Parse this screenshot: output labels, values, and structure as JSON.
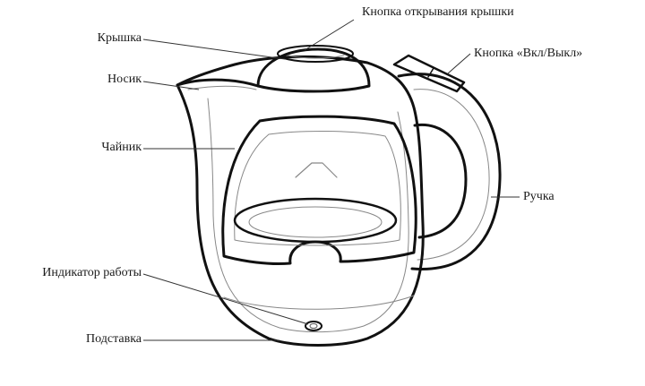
{
  "diagram": {
    "labels": {
      "lid_button": "Кнопка открывания крышки",
      "lid": "Крышка",
      "power_button": "Кнопка «Вкл/Выкл»",
      "spout": "Носик",
      "kettle": "Чайник",
      "handle": "Ручка",
      "indicator": "Индикатор работы",
      "base": "Подставка"
    },
    "colors": {
      "outline": "#111111",
      "inner_line": "#777777",
      "leader": "#333333"
    }
  }
}
